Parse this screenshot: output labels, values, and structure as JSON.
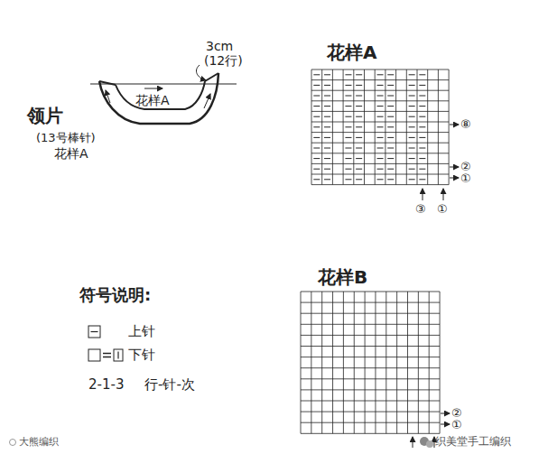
{
  "diagram": {
    "nodes": [
      {
        "text": [
          "花样A"
        ]
      }
    ],
    "labels": [
      "3cm",
      "(12行)",
      "领片",
      "(13号棒针)",
      "花样A",
      "花样A",
      "⑧",
      "②",
      "①",
      "③",
      "①",
      "符号说明:",
      "上针",
      "下针",
      "2-1-3",
      "行-针-次",
      "花样B",
      "②",
      "①",
      "大熊编织",
      "织美堂手工编织"
    ]
  }
}
